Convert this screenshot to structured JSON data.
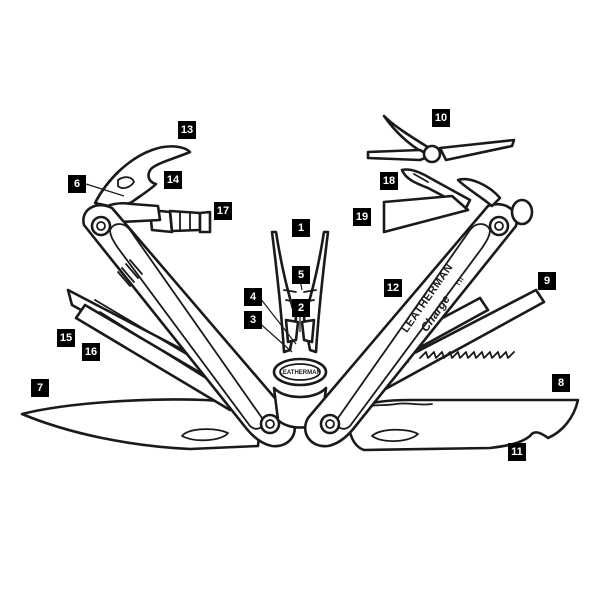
{
  "diagram": {
    "branding": {
      "brand_name": "LEATHERMAN",
      "model_name": "Charge",
      "trademark": "TTi",
      "pivot_brand": "LEATHERMAN"
    },
    "callouts": [
      "1",
      "2",
      "3",
      "4",
      "5",
      "6",
      "7",
      "8",
      "9",
      "10",
      "11",
      "12",
      "13",
      "14",
      "15",
      "16",
      "17",
      "18",
      "19"
    ],
    "colors": {
      "ink": "#1a1a1a",
      "label_bg": "#000000",
      "label_text": "#ffffff",
      "background": "#ffffff"
    }
  }
}
